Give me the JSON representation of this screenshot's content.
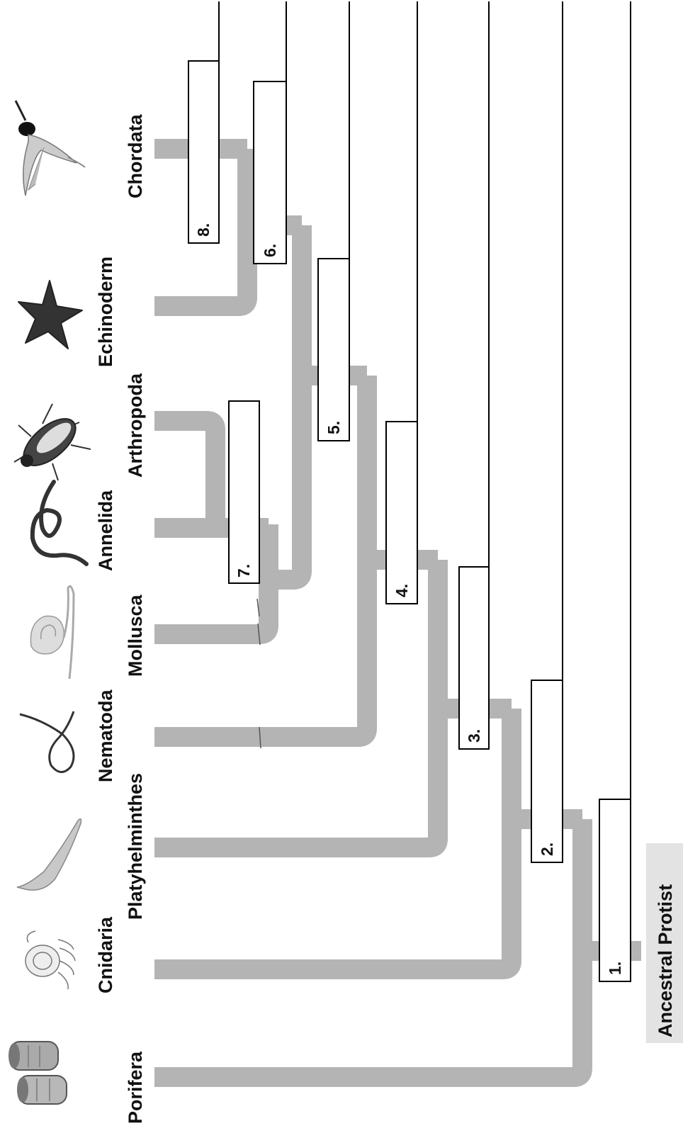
{
  "diagram": {
    "taxa": [
      "Porifera",
      "Cnidaria",
      "Platyhelminthes",
      "Nematoda",
      "Mollusca",
      "Annelida",
      "Arthropoda",
      "Echinoderm",
      "Chordata"
    ],
    "root_label": "Ancestral Protist",
    "answer_boxes": [
      "1.",
      "2.",
      "3.",
      "4.",
      "5.",
      "6.",
      "7.",
      "8."
    ],
    "icons": [
      "sponge-icon",
      "jellyfish-icon",
      "flatworm-icon",
      "roundworm-icon",
      "snail-icon",
      "earthworm-icon",
      "beetle-icon",
      "starfish-icon",
      "hummingbird-icon"
    ],
    "colors": {
      "branch": "#b4b4b4",
      "root_bg": "#e3e3e3",
      "line": "#000000",
      "box_fill": "#ffffff"
    }
  }
}
